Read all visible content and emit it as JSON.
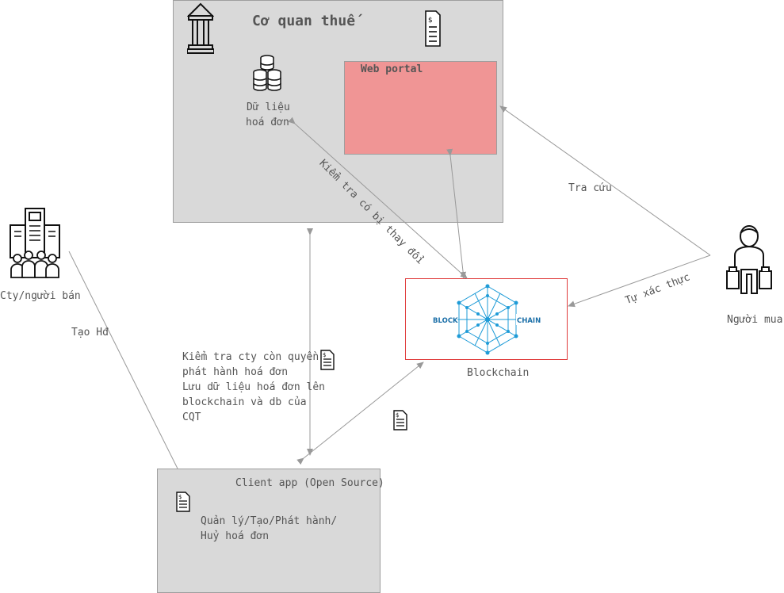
{
  "tax_office": {
    "title": "Cơ quan thuế",
    "db_line1": "Dữ liệu",
    "db_line2": "hoá đơn",
    "portal": "Web portal"
  },
  "seller": {
    "label": "Cty/người bán"
  },
  "buyer": {
    "label": "Người mua"
  },
  "blockchain": {
    "label": "Blockchain",
    "logo_left": "BLOCK",
    "logo_right": "CHAIN"
  },
  "client": {
    "title": "Client app (Open Source)",
    "line1": "Quản lý/Tạo/Phát hành/",
    "line2": "Huỷ hoá đơn"
  },
  "edges": {
    "check_modified": "Kiểm tra có bị thay đổi",
    "lookup": "Tra cứu",
    "self_verify": "Tự xác thực",
    "create_invoice": "Tạo Hđ",
    "check_lines": [
      "Kiểm tra cty còn quyền",
      "phát hành hoá đơn",
      "Lưu dữ liệu hoá đơn lên",
      "blockchain và db của",
      "CQT"
    ]
  },
  "colors": {
    "panel": "#d9d9d9",
    "portal": "#f09595",
    "blockchain_border": "#e03c3c",
    "arrow": "#999999",
    "logo": "#1e9bd7"
  }
}
